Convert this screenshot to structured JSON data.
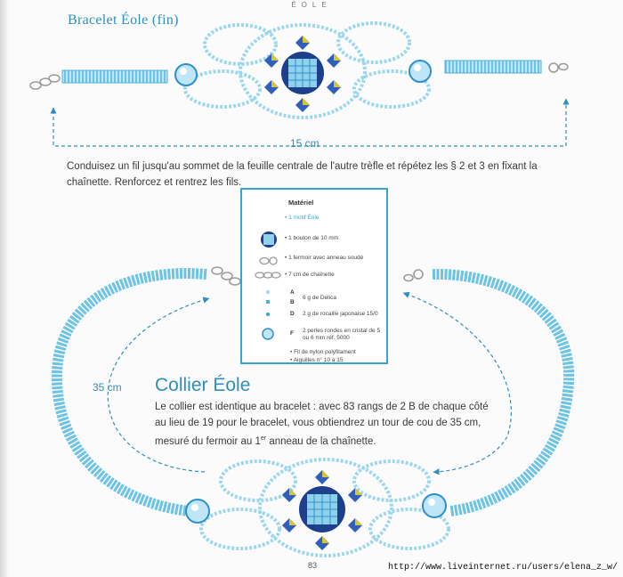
{
  "header": "ÉOLE",
  "bracelet_title": "Bracelet Éole (fin)",
  "bracelet_measure": "15 cm",
  "paragraph1": "Conduisez un fil jusqu'au sommet de la feuille centrale de l'autre trèfle et répétez les § 2 et 3 en fixant la chaînette. Renforcez et rentrez les fils.",
  "materiel": {
    "title": "Matériel",
    "items": {
      "motif": "• 1 motif Éole",
      "bouton": "• 1 bouton de 10 mm",
      "fermoir": "• 1 fermoir avec anneau soudé",
      "chainette": "• 7 cm de chaînette",
      "letter_a": "A",
      "letter_b": "B",
      "delica": "6 g de Delica",
      "letter_d": "D",
      "rocaille": "2 g de rocaille japonaise 15/0",
      "letter_f": "F",
      "perles": "2 perles rondes en cristal de 5 ou 6 mm réf. 5000",
      "fil": "• Fil de nylon polyfilament",
      "aiguilles": "• Aiguilles n° 10 à 15"
    }
  },
  "collier_title": "Collier Éole",
  "collier_measure": "35 cm",
  "paragraph2_a": "Le collier est identique au bracelet : avec 83 rangs de 2 B de chaque côté au lieu de 19 pour le bracelet, vous obtiendrez un tour de cou de 35 cm, mesuré du fermoir au 1",
  "paragraph2_sup": "er",
  "paragraph2_b": " anneau de la chaînette.",
  "page_number": "83",
  "watermark_url": "http://www.liveinternet.ru/users/elena_z_w/",
  "colors": {
    "accent": "#2f8fb8",
    "bead_light": "#a9dcef",
    "bead_dark": "#2f8fc9",
    "navy": "#1e3f8c",
    "gold": "#d7c23a"
  }
}
